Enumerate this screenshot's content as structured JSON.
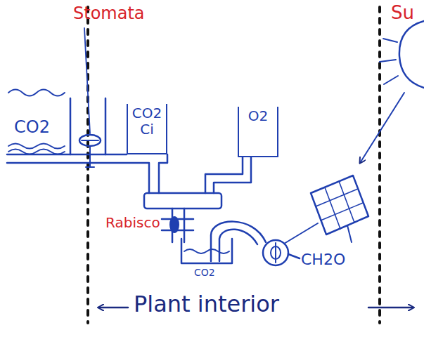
{
  "diagram": {
    "nodes": [
      {
        "text": [
          "CO2",
          "Ci"
        ]
      },
      {
        "text": [
          "O2"
        ]
      }
    ],
    "labels": [
      "Stomata",
      "CO2",
      "Rabisco",
      "CO2",
      "CH2O",
      "Su",
      "Plant interior"
    ]
  }
}
